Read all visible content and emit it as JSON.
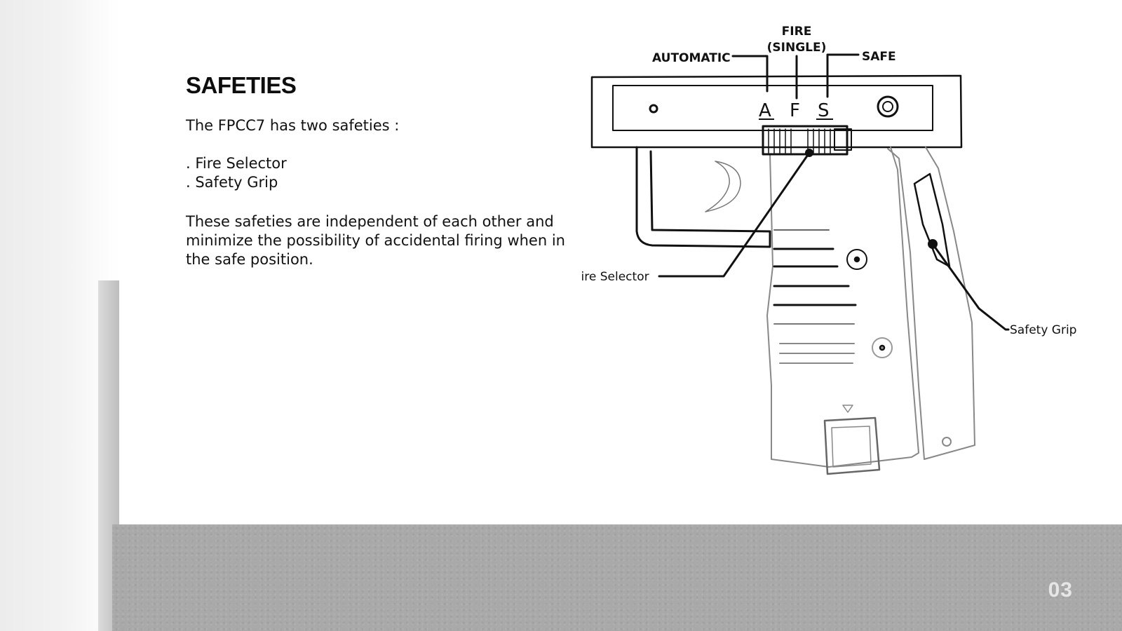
{
  "page": {
    "title": "SAFETIES",
    "intro": "The FPCC7 has two safeties :",
    "safety_list": [
      ". Fire Selector",
      ". Safety Grip"
    ],
    "description": "These safeties are independent of each other and minimize the possibility of accidental firing when in the safe position.",
    "page_number": "03"
  },
  "diagram": {
    "callouts": {
      "automatic": "AUTOMATIC",
      "fire_line1": "FIRE",
      "fire_line2": "(SINGLE)",
      "safe": "SAFE",
      "fire_selector": "Fire Selector",
      "safety_grip": "Safety Grip"
    },
    "selector_letters": [
      "A",
      "F",
      "S"
    ]
  },
  "colors": {
    "ink": "#111111",
    "footer_band": "#a9a9a9",
    "page_number": "#e6e6e6"
  }
}
